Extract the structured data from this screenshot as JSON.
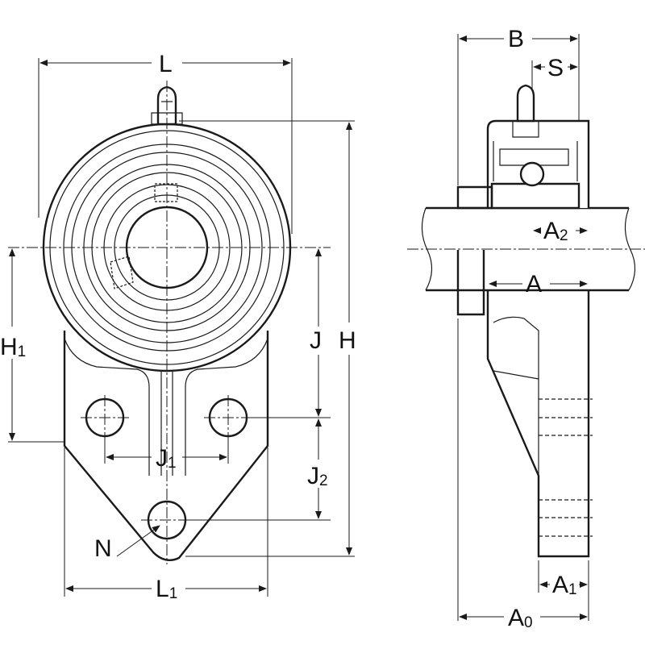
{
  "labels": {
    "L": "L",
    "H": "H",
    "H1_main": "H",
    "H1_sub": "1",
    "J": "J",
    "J1_main": "J",
    "J1_sub": "1",
    "J2_main": "J",
    "J2_sub": "2",
    "N": "N",
    "L1_main": "L",
    "L1_sub": "1",
    "B": "B",
    "S": "S",
    "A": "A",
    "A2_main": "A",
    "A2_sub": "2",
    "A1_main": "A",
    "A1_sub": "1",
    "A0_main": "A",
    "A0_sub": "0"
  },
  "colors": {
    "line": "#1a1a1a",
    "hatch": "#555555"
  }
}
